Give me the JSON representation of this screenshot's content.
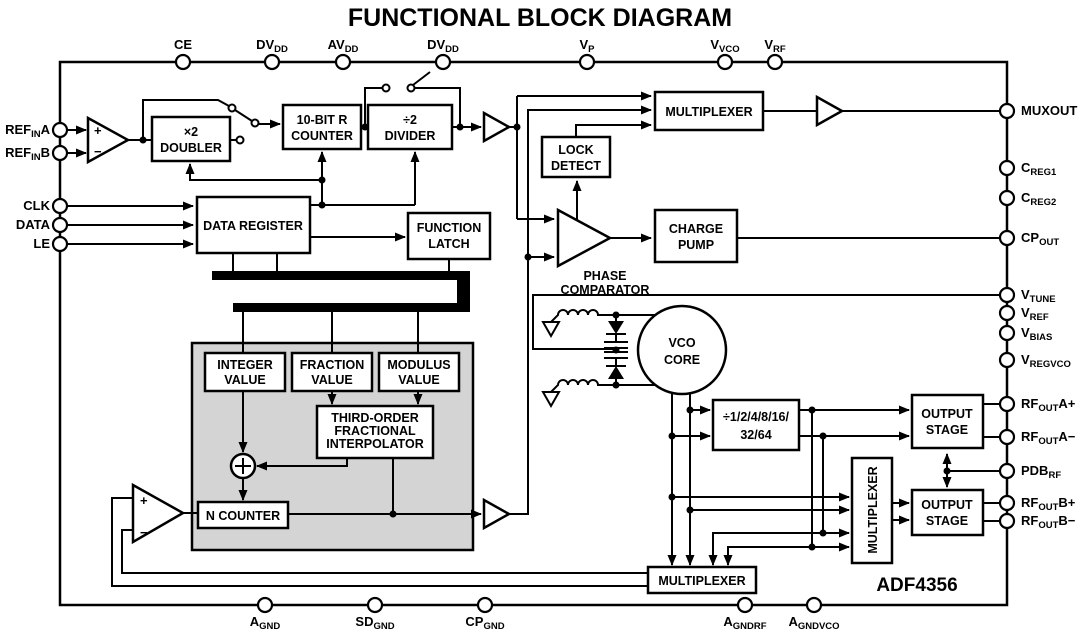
{
  "title": "FUNCTIONAL BLOCK DIAGRAM",
  "chip": "ADF4356",
  "colors": {
    "line": "#000000",
    "fractional_region_fill": "#d4d4d4",
    "background": "#ffffff"
  },
  "signs": {
    "plus": "+",
    "minus": "−"
  },
  "pins": {
    "top": [
      {
        "pre": "CE"
      },
      {
        "pre": "DV",
        "sub": "DD"
      },
      {
        "pre": "AV",
        "sub": "DD"
      },
      {
        "pre": "DV",
        "sub": "DD"
      },
      {
        "pre": "V",
        "sub": "P"
      },
      {
        "pre": "V",
        "sub": "VCO"
      },
      {
        "pre": "V",
        "sub": "RF"
      }
    ],
    "left": [
      {
        "pre": "REF",
        "sub": "IN",
        "post": "A"
      },
      {
        "pre": "REF",
        "sub": "IN",
        "post": "B"
      },
      {
        "pre": "CLK"
      },
      {
        "pre": "DATA"
      },
      {
        "pre": "LE"
      }
    ],
    "right": [
      {
        "pre": "MUXOUT"
      },
      {
        "pre": "C",
        "sub": "REG1"
      },
      {
        "pre": "C",
        "sub": "REG2"
      },
      {
        "pre": "CP",
        "sub": "OUT"
      },
      {
        "pre": "V",
        "sub": "TUNE"
      },
      {
        "pre": "V",
        "sub": "REF"
      },
      {
        "pre": "V",
        "sub": "BIAS"
      },
      {
        "pre": "V",
        "sub": "REGVCO"
      },
      {
        "pre": "RF",
        "sub": "OUT",
        "post": "A+"
      },
      {
        "pre": "RF",
        "sub": "OUT",
        "post": "A−"
      },
      {
        "pre": "PDB",
        "sub": "RF"
      },
      {
        "pre": "RF",
        "sub": "OUT",
        "post": "B+"
      },
      {
        "pre": "RF",
        "sub": "OUT",
        "post": "B−"
      }
    ],
    "bottom": [
      {
        "pre": "A",
        "sub": "GND"
      },
      {
        "pre": "SD",
        "sub": "GND"
      },
      {
        "pre": "CP",
        "sub": "GND"
      },
      {
        "pre": "A",
        "sub": "GNDRF"
      },
      {
        "pre": "A",
        "sub": "GNDVCO"
      }
    ]
  },
  "blocks": {
    "doubler": {
      "line1": "×2",
      "line2": "DOUBLER"
    },
    "r_counter": {
      "line1": "10-BIT R",
      "line2": "COUNTER"
    },
    "divider2": {
      "line1": "÷2",
      "line2": "DIVIDER"
    },
    "data_register": {
      "line1": "DATA REGISTER"
    },
    "function_latch": {
      "line1": "FUNCTION",
      "line2": "LATCH"
    },
    "lock_detect": {
      "line1": "LOCK",
      "line2": "DETECT"
    },
    "charge_pump": {
      "line1": "CHARGE",
      "line2": "PUMP"
    },
    "multiplexer_top": {
      "line1": "MULTIPLEXER"
    },
    "phase_comparator": {
      "line1": "PHASE",
      "line2": "COMPARATOR"
    },
    "vco_core": {
      "line1": "VCO",
      "line2": "CORE"
    },
    "integer_value": {
      "line1": "INTEGER",
      "line2": "VALUE"
    },
    "fraction_value": {
      "line1": "FRACTION",
      "line2": "VALUE"
    },
    "modulus_value": {
      "line1": "MODULUS",
      "line2": "VALUE"
    },
    "interpolator": {
      "line1": "THIRD-ORDER",
      "line2": "FRACTIONAL",
      "line3": "INTERPOLATOR"
    },
    "n_counter": {
      "line1": "N COUNTER"
    },
    "rf_divider": {
      "line1": "÷1/2/4/8/16/",
      "line2": "32/64"
    },
    "output_stage_a": {
      "line1": "OUTPUT",
      "line2": "STAGE"
    },
    "output_stage_b": {
      "line1": "OUTPUT",
      "line2": "STAGE"
    },
    "multiplexer_rf": {
      "line1": "MULTIPLEXER"
    },
    "multiplexer_fb": {
      "line1": "MULTIPLEXER"
    }
  }
}
